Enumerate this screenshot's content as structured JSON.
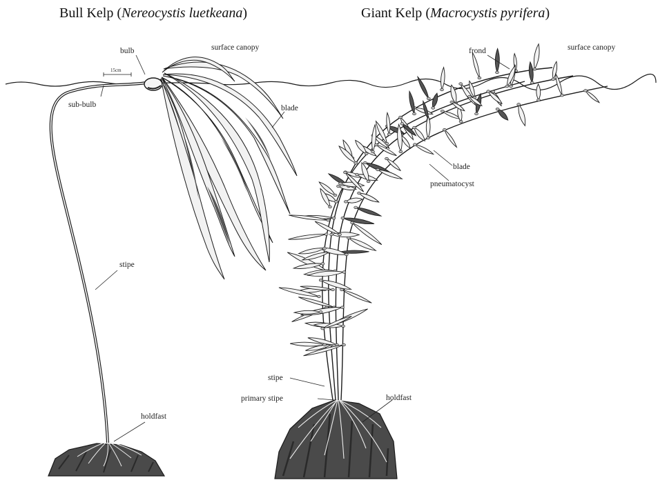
{
  "titles": {
    "bull": {
      "common": "Bull Kelp",
      "open": " (",
      "latin": "Nereocystis luetkeana",
      "close": ")"
    },
    "giant": {
      "common": "Giant Kelp",
      "open": " (",
      "latin": "Macrocystis pyrifera",
      "close": ")"
    }
  },
  "labels": {
    "bull": {
      "bulb": "bulb",
      "scale": "15cm",
      "sub_bulb": "sub-bulb",
      "surface_canopy": "surface canopy",
      "blade": "blade",
      "stipe": "stipe",
      "holdfast": "holdfast"
    },
    "giant": {
      "frond": "frond",
      "surface_canopy": "surface canopy",
      "blade": "blade",
      "pneumatocyst": "pneumatocyst",
      "stipe": "stipe",
      "primary_stipe": "primary stipe",
      "holdfast": "holdfast"
    }
  },
  "colors": {
    "ink": "#1a1a1a",
    "blade_fill": "#f2f2f2",
    "blade_shade": "#555555",
    "rock": "#4a4a4a",
    "rock_dark": "#2a2a2a"
  }
}
